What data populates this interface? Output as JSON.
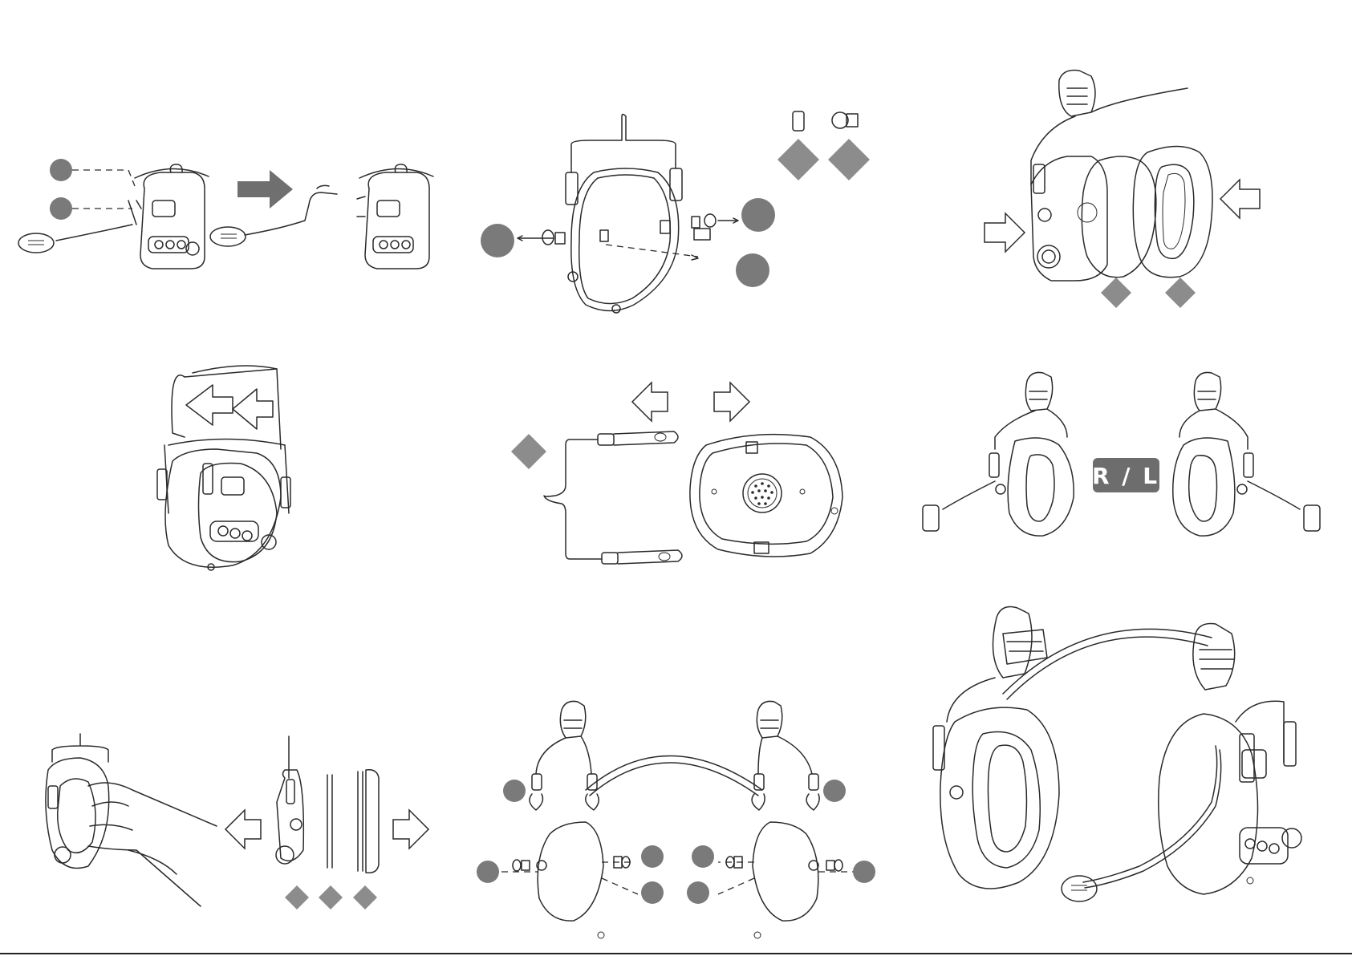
{
  "panels": [
    {
      "id": "step-mic-attach"
    },
    {
      "id": "step-bracket-removal"
    },
    {
      "id": "step-earpad-fit"
    },
    {
      "id": "step-fold-cover"
    },
    {
      "id": "step-separate-bracket"
    },
    {
      "id": "step-right-left"
    },
    {
      "id": "step-pull-earpad"
    },
    {
      "id": "step-bracket-assembly"
    },
    {
      "id": "step-final-headset"
    }
  ],
  "badge": {
    "text": "R / L",
    "color": "#6d6d6d"
  },
  "colors": {
    "marker": "#7a7a7a",
    "marker_light": "#8c8c8c",
    "arrow": "#6f6f6f",
    "line": "#2a2a2a"
  }
}
